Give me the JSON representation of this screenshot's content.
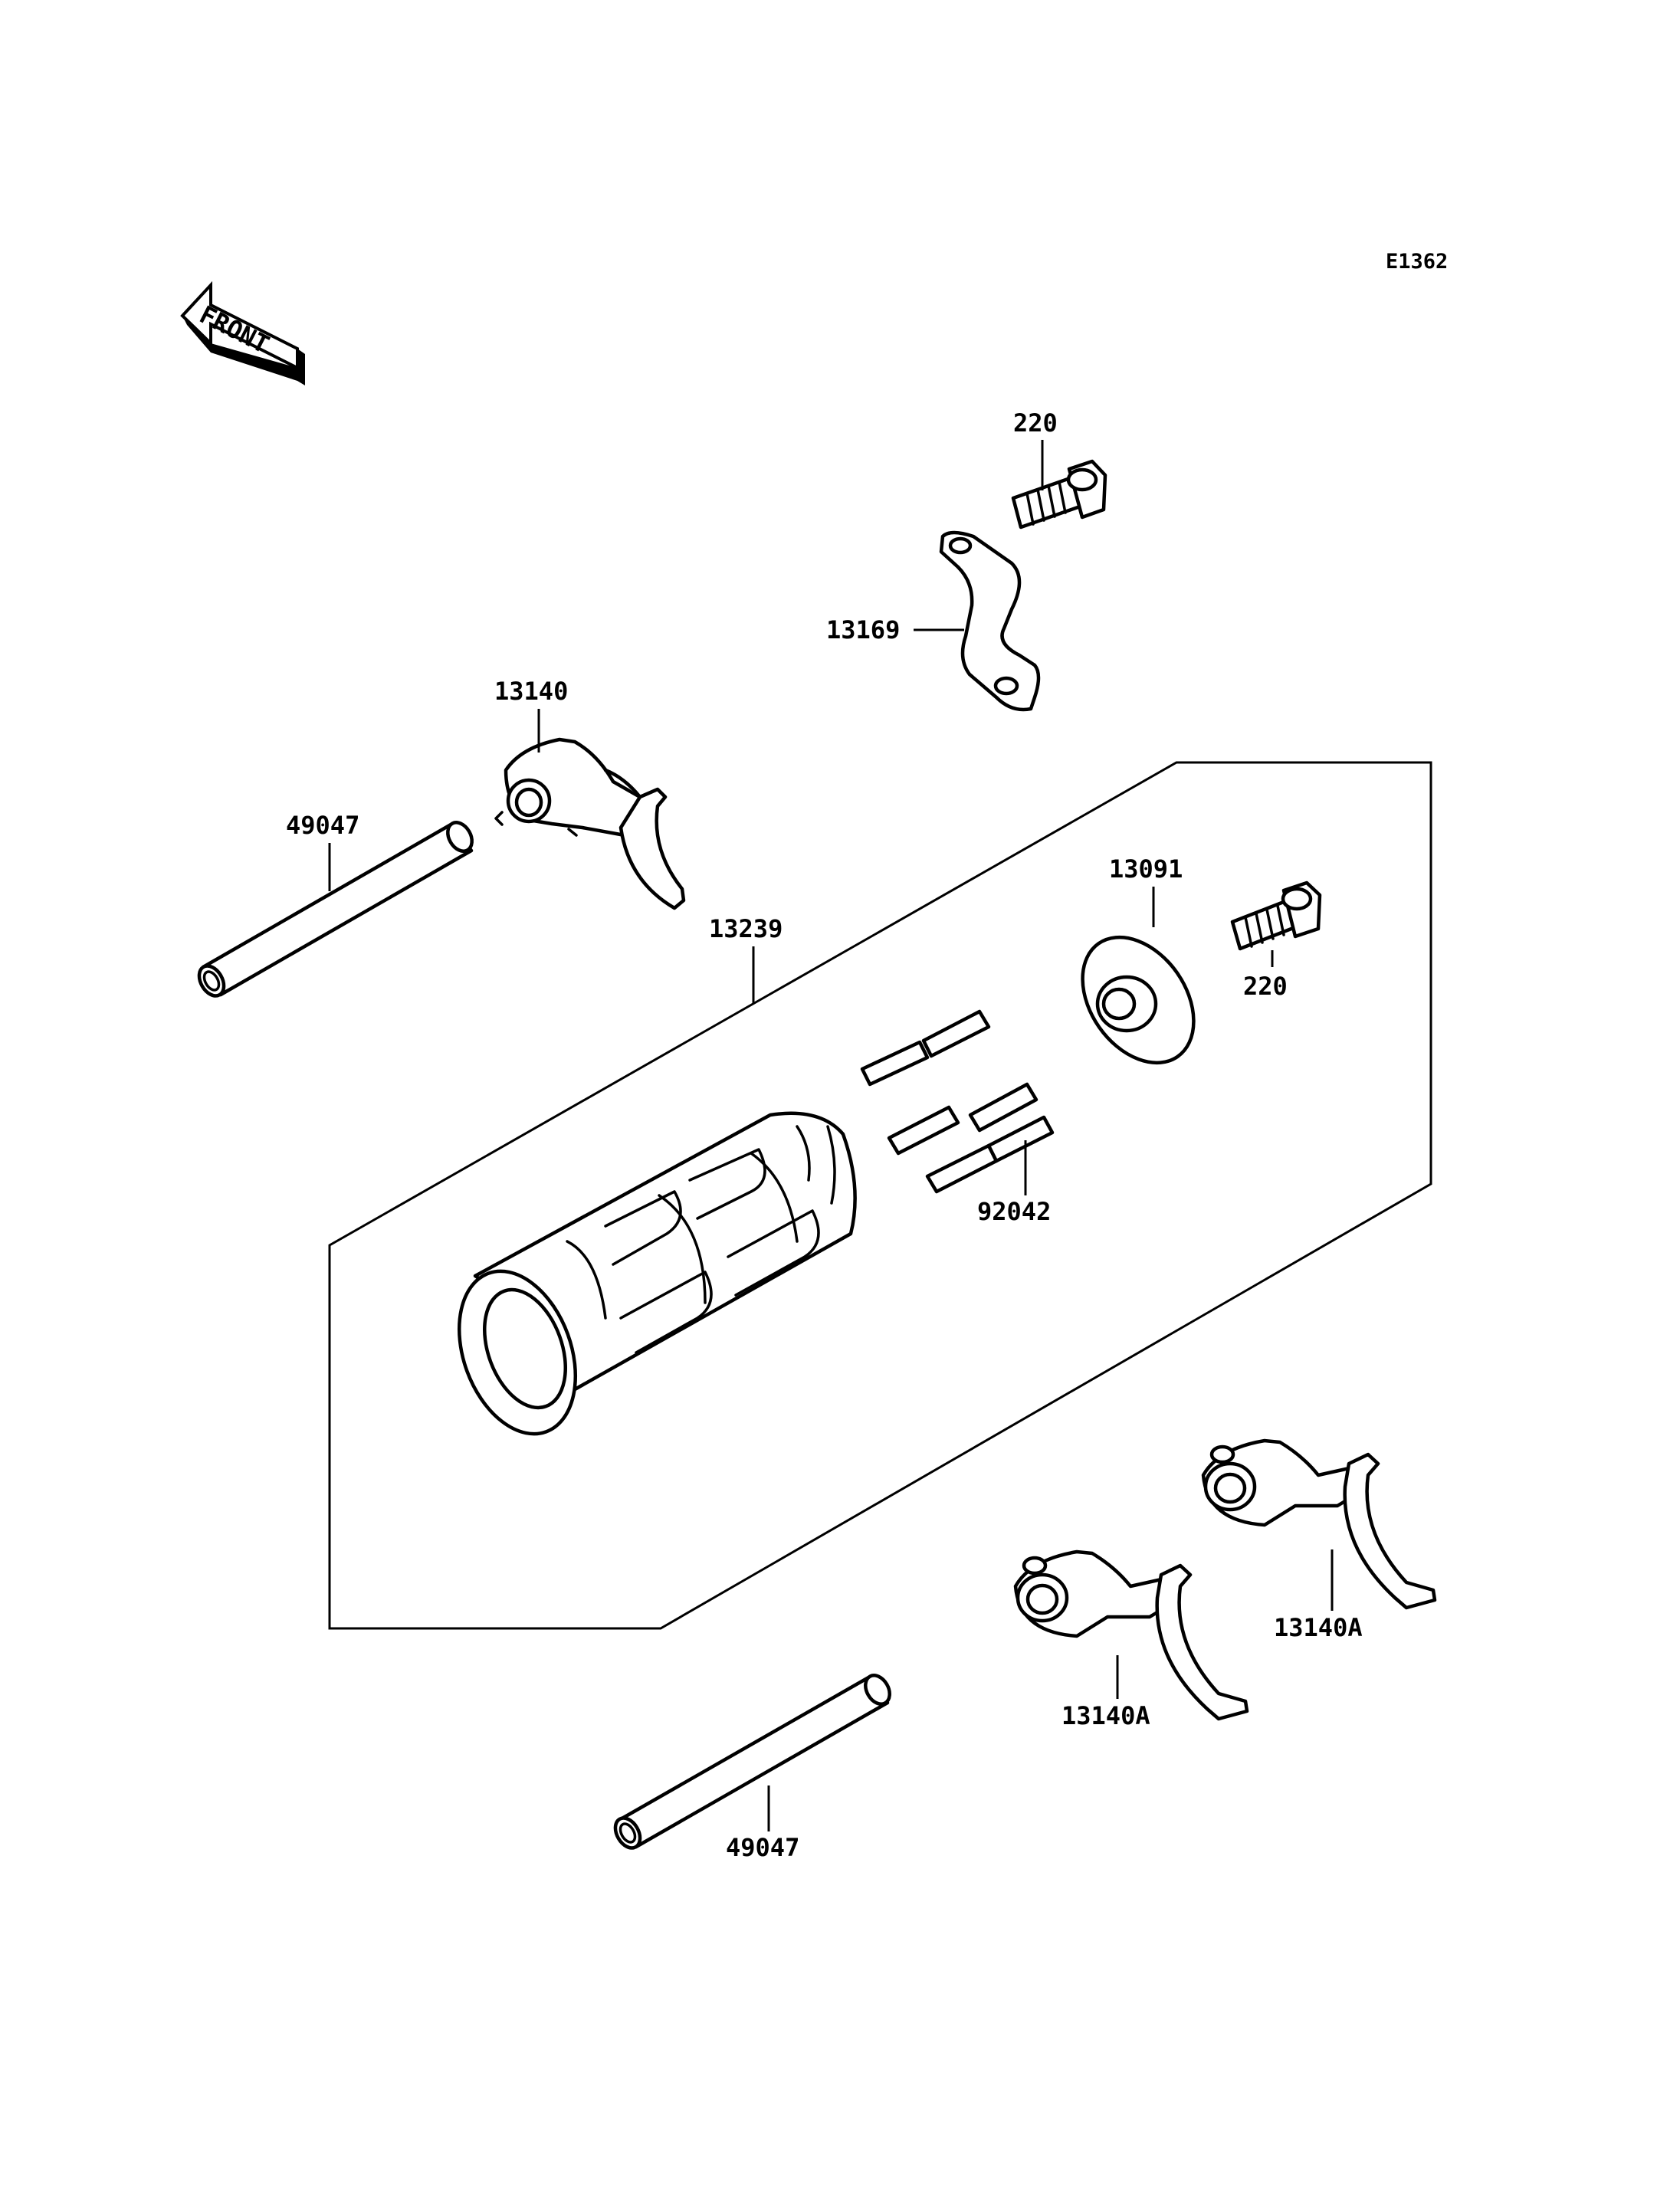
{
  "diagram": {
    "code": "E1362",
    "front_arrow_text": "FRONT",
    "callouts": {
      "bolt_top": "220",
      "stopper_plate": "13169",
      "fork_upper": "13140",
      "shaft_upper": "49047",
      "drum_assembly": "13239",
      "cam_plate": "13091",
      "bolt_right": "220",
      "pins": "92042",
      "fork_right": "13140A",
      "fork_lower": "13140A",
      "shaft_lower": "49047"
    }
  }
}
